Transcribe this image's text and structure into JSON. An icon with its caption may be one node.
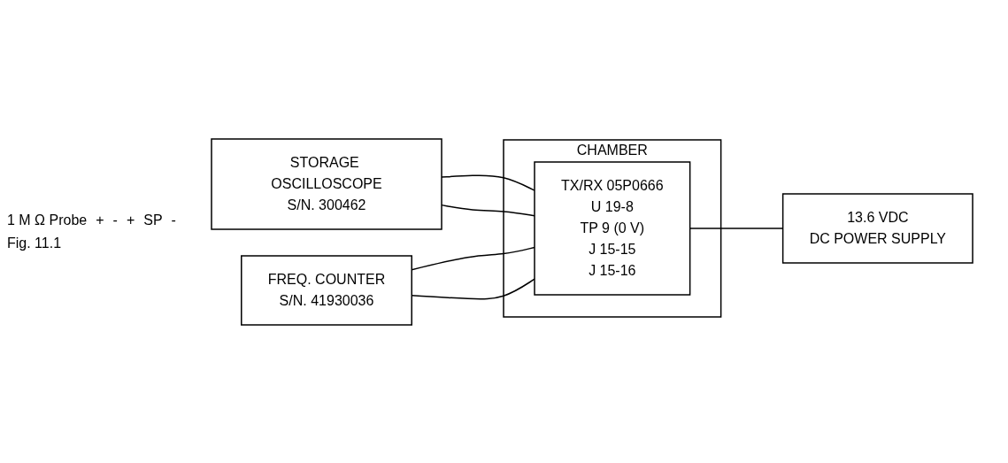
{
  "diagram": {
    "caption": "Fig. 11.1",
    "nodes": [
      {
        "text": [
          "STORAGE OSCILLOSCOPE",
          "S/N. 300462"
        ]
      },
      {
        "text": [
          "FREQ. COUNTER",
          "S/N. 41930036"
        ]
      },
      {
        "text": [
          "CHAMBER"
        ]
      },
      {
        "text": [
          "TX/RX 05P0666",
          "U 19-8",
          "TP 9 (0 V)",
          "J 15-15",
          "J 15-16"
        ],
        "in": 2
      },
      {
        "text": [
          "13.6 VDC",
          "DC POWER SUPPLY"
        ]
      }
    ],
    "edges": [
      {
        "from": 0,
        "to": 3,
        "arrow": "none"
      },
      {
        "from": 0,
        "to": 3,
        "arrow": "none"
      },
      {
        "from": 1,
        "to": 3,
        "arrow": "none"
      },
      {
        "from": 1,
        "to": 3,
        "arrow": "none"
      },
      {
        "from": 3,
        "to": 4,
        "arrow": "none"
      }
    ],
    "labels": [
      "1 M Ω Probe",
      "+",
      "-",
      "+",
      "SP",
      "-"
    ]
  }
}
